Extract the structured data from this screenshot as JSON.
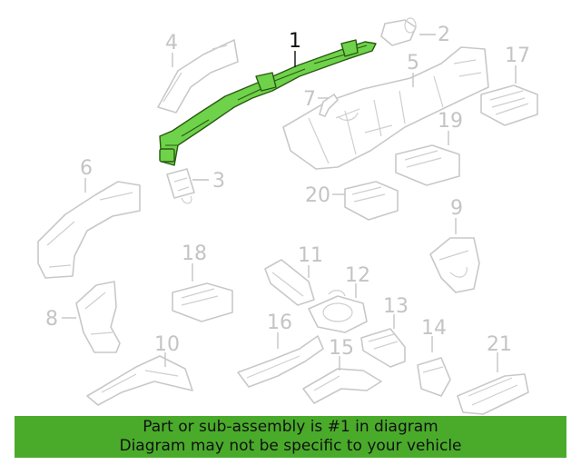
{
  "callouts": {
    "c1": "1",
    "c2": "2",
    "c3": "3",
    "c4": "4",
    "c5": "5",
    "c6": "6",
    "c7": "7",
    "c8": "8",
    "c9": "9",
    "c10": "10",
    "c11": "11",
    "c12": "12",
    "c13": "13",
    "c14": "14",
    "c15": "15",
    "c16": "16",
    "c17": "17",
    "c18": "18",
    "c19": "19",
    "c20": "20",
    "c21": "21"
  },
  "banner": {
    "line1": "Part or sub-assembly is #1 in diagram",
    "line2": "Diagram may not be specific to your vehicle"
  },
  "colors": {
    "highlight": "#6ed24a",
    "banner": "#4aab2b",
    "parts_outline": "#c8c8c8"
  }
}
